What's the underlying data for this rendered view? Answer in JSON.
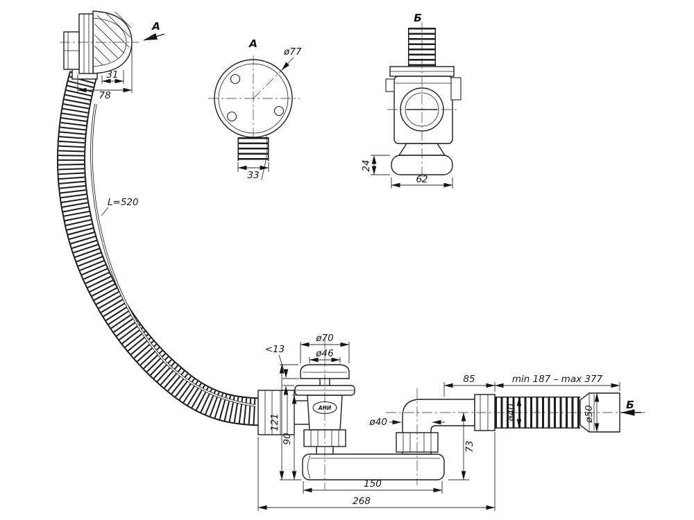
{
  "labels": {
    "view_a": "А",
    "view_a_arrow": "А",
    "view_b": "Б",
    "view_b_arrow": "Б",
    "logo": "АНИ",
    "hose_length": "L=520"
  },
  "dims": {
    "cap_depth": "31",
    "cap_width": "78",
    "knob_diameter": "ø77",
    "stub_width": "33",
    "tee_cuff_height": "24",
    "tee_cuff_width": "62",
    "drain_cap_outer": "ø70",
    "drain_cap_inner": "ø46",
    "cap_lift": "<13",
    "height_total": "121",
    "height_body": "90",
    "trap_length": "150",
    "total_length": "268",
    "elbow_drop": "73",
    "riser_diameter": "ø40",
    "outlet_length": "85",
    "flex_range": "min 187 – max 377",
    "flex_diameter": "ø40",
    "cuff_diameter": "ø50"
  }
}
